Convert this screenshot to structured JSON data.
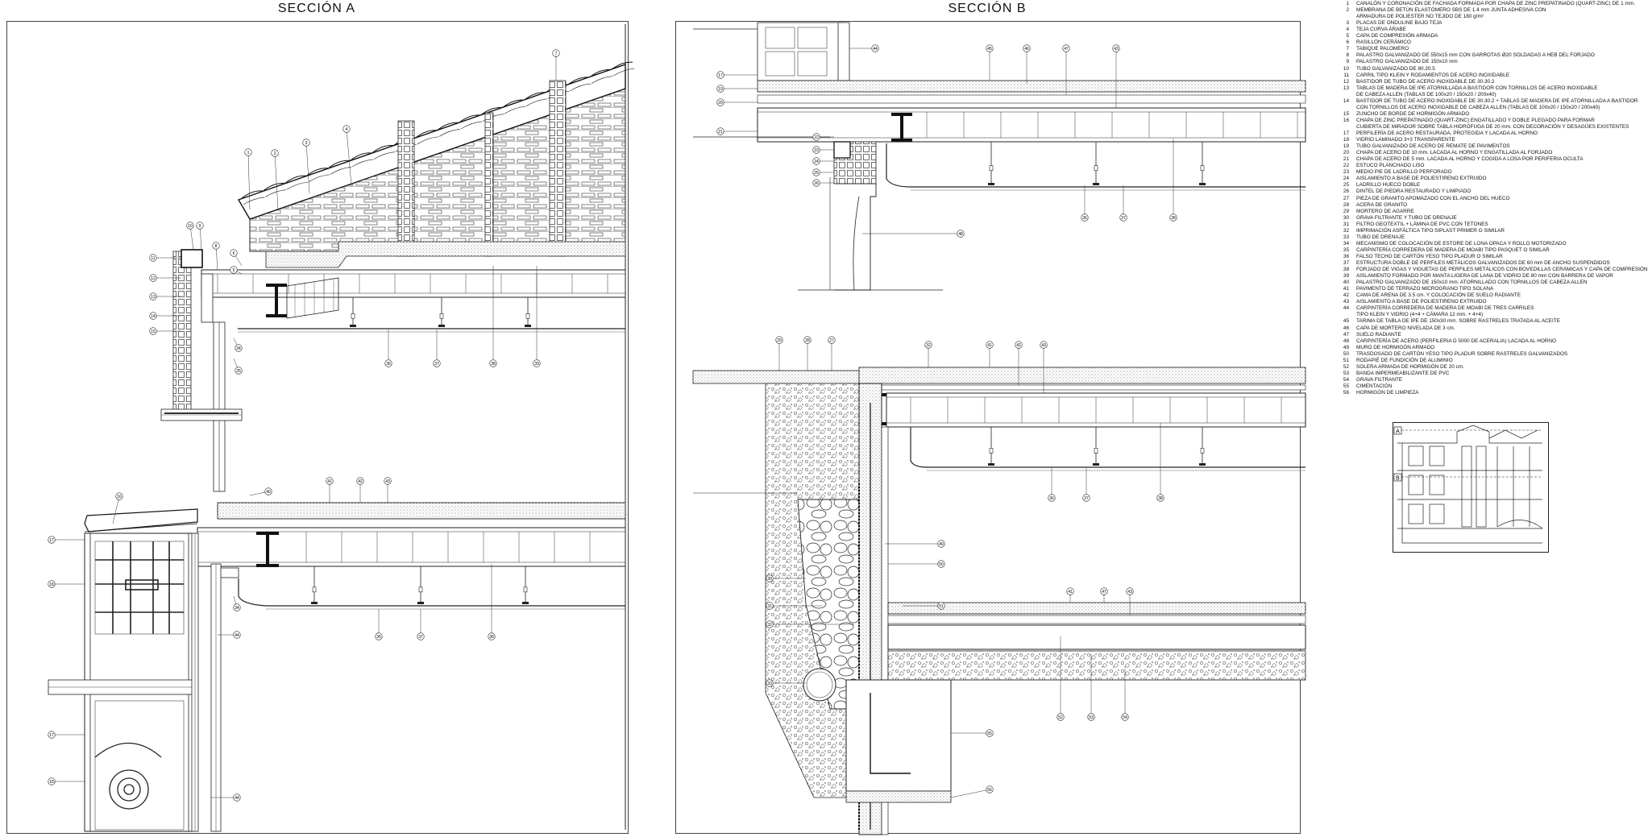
{
  "sections": {
    "a": {
      "title": "SECCIÓN A"
    },
    "b": {
      "title": "SECCIÓN B"
    }
  },
  "legend": [
    {
      "n": "1",
      "t": "CANALÓN Y CORONACIÓN DE FACHADA FORMADA POR CHAPA DE ZINC PREPATINADO (QUART-ZINC) DE 1 mm."
    },
    {
      "n": "2",
      "t": "MEMBRANA DE BETÚN ELASTÓMERO SBS DE 1.4 mm JUNTA ADHESIVA CON"
    },
    {
      "n": "",
      "t": "ARMADURA DE POLIESTER NO TEJIDO DE 180 g/m²"
    },
    {
      "n": "3",
      "t": "PLACAS DE ONDULINE BAJO TEJA"
    },
    {
      "n": "4",
      "t": "TEJA CURVA ÁRABE"
    },
    {
      "n": "5",
      "t": "CAPA DE COMPRESIÓN ARMADA"
    },
    {
      "n": "6",
      "t": "RASILLÓN CERÁMICO"
    },
    {
      "n": "7",
      "t": "TABIQUE PALOMERO"
    },
    {
      "n": "8",
      "t": "PALASTRO GALVANIZADO DE 550x15 mm CON GARROTAS Ø20 SOLDADAS A HEB DEL FORJADO"
    },
    {
      "n": "9",
      "t": "PALASTRO GALVANIZADO DE 150x10 mm"
    },
    {
      "n": "10",
      "t": "TUBO GALVANIZADO DE 80.20.5"
    },
    {
      "n": "11",
      "t": "CARRIL TIPO KLEIN Y RODAMIENTOS DE ACERO INOXIDABLE"
    },
    {
      "n": "12",
      "t": "BASTIDOR DE TUBO DE ACERO INOXIDABLE DE 30.30.2"
    },
    {
      "n": "13",
      "t": "TABLAS DE MADERA DE IPE ATORNILLADA A BASTIDOR CON TORNILLOS DE ACERO INOXIDABLE"
    },
    {
      "n": "",
      "t": "DE CABEZA ALLEN (TABLAS DE 100x20 / 150x20 / 200x40)"
    },
    {
      "n": "14",
      "t": "BASTIDOR DE TUBO DE ACERO INOXIDABLE DE 30.30.2 + TABLAS DE MADERA DE IPE ATORNILLADA A BASTIDOR"
    },
    {
      "n": "",
      "t": "CON TORNILLOS DE ACERO INOXIDABLE DE CABEZA ALLEN (TABLAS DE 100x20 / 150x20 / 200x40)"
    },
    {
      "n": "15",
      "t": "ZUNCHO DE BORDE DE HORMIGÓN ARMADO"
    },
    {
      "n": "16",
      "t": "CHAPA DE ZINC PREPATINADO (QUART-ZINC) ENGATILLADO Y DOBLE PLEGADO PARA FORMAR"
    },
    {
      "n": "",
      "t": "CUBIERTA DE MIRADOR SOBRE TABLA HIDRÓFUGA DE 20 mm. CON DECORACIÓN Y DESAGÜES EXISTENTES"
    },
    {
      "n": "17",
      "t": "PERFILERÍA DE ACERO RESTAURADA, PROTEGIDA Y LACADA AL HORNO"
    },
    {
      "n": "18",
      "t": "VIDRIO LAMINADO 3+3 TRANSPARENTE"
    },
    {
      "n": "19",
      "t": "TUBO GALVANIZADO DE ACERO DE REMATE DE PAVIMENTOS"
    },
    {
      "n": "20",
      "t": "CHAPA DE ACERO DE 10 mm. LACADA AL HORNO Y ENGATILLADA AL FORJADO"
    },
    {
      "n": "21",
      "t": "CHAPA DE ACERO DE 5 mm. LACADA AL HORNO Y COGIDA A LOSA POR PERIFERIA OCULTA"
    },
    {
      "n": "22",
      "t": "ESTUCO PLANCHADO LISO"
    },
    {
      "n": "23",
      "t": "MEDIO PIE DE LADRILLO PERFORADO"
    },
    {
      "n": "24",
      "t": "AISLAMIENTO A BASE DE POLIESTIRENO EXTRUIDO"
    },
    {
      "n": "25",
      "t": "LADRILLO HUECO DOBLE"
    },
    {
      "n": "26",
      "t": "DINTEL DE PIEDRA RESTAURADO Y LIMPIADO"
    },
    {
      "n": "27",
      "t": "PIEZA DE GRANITO APOMAZADO CON EL ANCHO DEL HUECO"
    },
    {
      "n": "28",
      "t": "ACERA DE GRANITO"
    },
    {
      "n": "29",
      "t": "MORTERO DE AGARRE"
    },
    {
      "n": "30",
      "t": "GRAVA FILTRANTE Y TUBO DE DRENAJE"
    },
    {
      "n": "31",
      "t": "FILTRO GEOTEXTIL + LÁMINA DE PVC CON TETONES"
    },
    {
      "n": "32",
      "t": "IMPRIMACIÓN ASFÁLTICA TIPO SIPLAST PRIMER O SIMILAR"
    },
    {
      "n": "33",
      "t": "TUBO DE DRENAJE"
    },
    {
      "n": "34",
      "t": "MECANISMO DE COLOCACIÓN DE ESTORE DE LONA OPACA Y ROLLO MOTORIZADO"
    },
    {
      "n": "35",
      "t": "CARPINTERÍA CORREDERA DE MADERA DE MOABI TIPO PASQUET O SIMILAR"
    },
    {
      "n": "36",
      "t": "FALSO TECHO DE CARTÓN YESO TIPO PLADUR O SIMILAR"
    },
    {
      "n": "37",
      "t": "ESTRUCTURA DOBLE DE PERFILES METÁLICOS GALVANIZADOS DE 60 mm DE ANCHO SUSPENDIDOS"
    },
    {
      "n": "38",
      "t": "FORJADO DE VIGAS Y VIGUETAS DE PERFILES METÁLICOS CON BOVEDILLAS CERÁMICAS Y CAPA DE COMPRESIÓN"
    },
    {
      "n": "39",
      "t": "AISLAMIENTO FORMADO POR MANTA LIGERA DE LANA DE VIDRIO DE 80 mm CON BARRERA DE VAPOR"
    },
    {
      "n": "40",
      "t": "PALASTRO GALVANIZADO DE 150x10 mm. ATORNILLADO CON TORNILLOS DE CABEZA ALLEN"
    },
    {
      "n": "41",
      "t": "PAVIMENTO DE TERRAZO MICROGRANO TIPO SOLANA"
    },
    {
      "n": "42",
      "t": "CAMA DE ARENA DE 3.5 cm. Y COLOCACIÓN DE SUELO RADIANTE"
    },
    {
      "n": "43",
      "t": "AISLAMIENTO A BASE DE POLIESTIRENO EXTRUIDO"
    },
    {
      "n": "44",
      "t": "CARPINTERÍA CORREDERA DE MADERA DE MOABI DE TRES CARRILES"
    },
    {
      "n": "",
      "t": "TIPO KLEIN Y VIDRIO (4+4 + CÁMARA 12 mm. + 4+4)"
    },
    {
      "n": "45",
      "t": "TARIMA DE TABLA DE IPE DE 150x30 mm. SOBRE RASTRELES TRATADA AL ACEITE"
    },
    {
      "n": "46",
      "t": "CAPA DE MORTERO NIVELADA DE 3 cm."
    },
    {
      "n": "47",
      "t": "SUELO RADIANTE"
    },
    {
      "n": "48",
      "t": "CARPINTERÍA DE ACERO (PERFILERIA D 5000 DE ACERALIA) LACADA AL HORNO"
    },
    {
      "n": "49",
      "t": "MURO DE HORMIGÓN ARMADO"
    },
    {
      "n": "50",
      "t": "TRASDOSADO DE CARTÓN YESO TIPO PLADUR SOBRE RASTRELES GALVANIZADOS"
    },
    {
      "n": "51",
      "t": "RODAPIÉ DE FUNDICIÓN DE ALUMINIO"
    },
    {
      "n": "52",
      "t": "SOLERA ARMADA DE HORMIGÓN DE 20 cm."
    },
    {
      "n": "53",
      "t": "BANDA IMPERMEABILIZANTE DE PVC"
    },
    {
      "n": "54",
      "t": "GRAVA FILTRANTE"
    },
    {
      "n": "55",
      "t": "CIMENTACIÓN"
    },
    {
      "n": "56",
      "t": "HORMIGÓN DE LIMPIEZA"
    }
  ],
  "keyplan": {
    "marks": [
      "A",
      "B"
    ]
  },
  "tags_a": {
    "facade": [
      "11",
      "12",
      "13",
      "14",
      "15"
    ],
    "gutter": [
      "10",
      "9",
      "8",
      "6",
      "5",
      "1",
      "2",
      "3",
      "4",
      "7"
    ],
    "roofslab": [
      "34",
      "35",
      "36",
      "37",
      "38",
      "39"
    ],
    "lower": [
      "16",
      "17",
      "18",
      "17",
      "18",
      "34",
      "44",
      "44",
      "36",
      "37",
      "38",
      "40",
      "41",
      "42",
      "43"
    ]
  },
  "tags_b": {
    "top": [
      "44",
      "45",
      "46",
      "47",
      "43",
      "17",
      "19",
      "20",
      "21",
      "22",
      "23",
      "24",
      "25",
      "26",
      "36",
      "37",
      "38",
      "48"
    ],
    "mid": [
      "29",
      "28",
      "27",
      "32",
      "41",
      "42",
      "43",
      "36",
      "37",
      "38",
      "49",
      "50",
      "51",
      "41",
      "47",
      "43",
      "30",
      "31",
      "32",
      "33",
      "52",
      "53",
      "54",
      "55",
      "56"
    ]
  }
}
